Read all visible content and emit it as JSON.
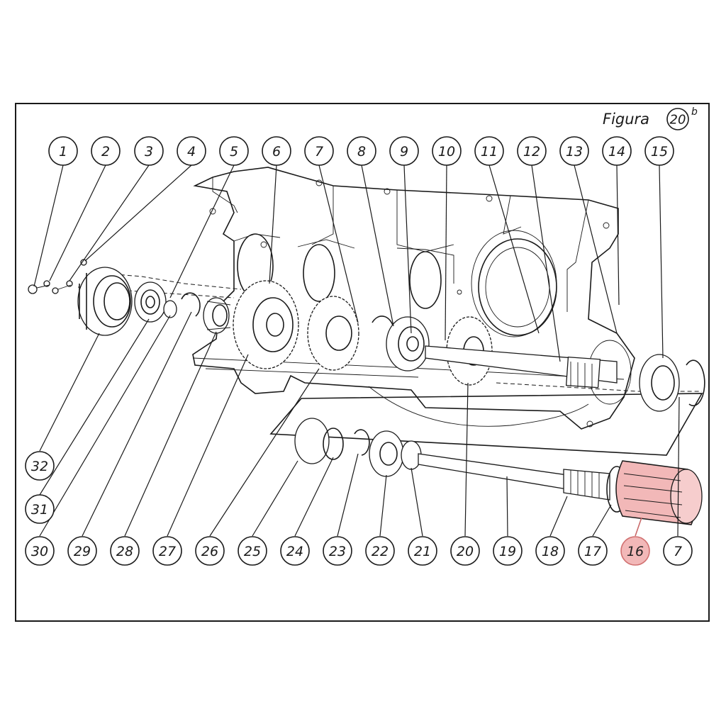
{
  "figure": {
    "title": "Figura",
    "number": "20",
    "suffix": "b"
  },
  "highlight_color": "#f2b8b8",
  "labels_top": [
    "1",
    "2",
    "3",
    "4",
    "5",
    "6",
    "7",
    "8",
    "9",
    "10",
    "11",
    "12",
    "13",
    "14",
    "15"
  ],
  "labels_left": [
    "32",
    "31"
  ],
  "labels_bottom": [
    "30",
    "29",
    "28",
    "27",
    "26",
    "25",
    "24",
    "23",
    "22",
    "21",
    "20",
    "19",
    "18",
    "17",
    "16",
    "7"
  ],
  "highlighted_label": "16"
}
